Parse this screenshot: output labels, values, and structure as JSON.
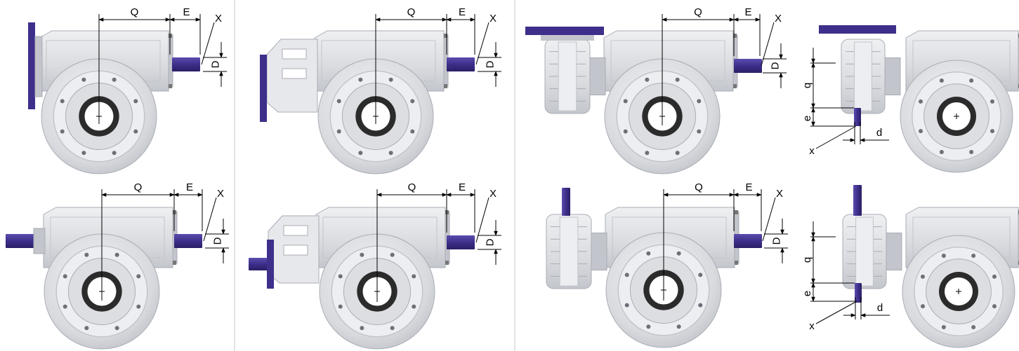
{
  "colors": {
    "housing": "#dcdee2",
    "housing_shade": "#c2c5cb",
    "housing_dark": "#a9adb5",
    "housing_light": "#eceef1",
    "shaft": "#3d2f8a",
    "ring_dark": "#2b2b2b",
    "divider": "#c8c8c8",
    "dimension_line": "#000000"
  },
  "labels": {
    "Q": "Q",
    "E": "E",
    "X": "X",
    "D": "D",
    "q": "q",
    "e": "e",
    "x": "x",
    "d": "d"
  },
  "panels": [
    {
      "id": "panel-1",
      "variant": "flange-left",
      "shaft": "right",
      "icons": [
        "motor-flange-icon",
        "gearbox-housing-icon",
        "output-shaft-icon"
      ]
    },
    {
      "id": "panel-2",
      "variant": "adapter-flange",
      "shaft": "right",
      "icons": [
        "adapter-housing-icon",
        "gearbox-housing-icon",
        "output-shaft-icon"
      ]
    },
    {
      "id": "panel-3",
      "variant": "pre-stage-flange-top",
      "shaft": "right",
      "icons": [
        "pre-stage-housing-icon",
        "gearbox-housing-icon",
        "output-shaft-icon"
      ]
    },
    {
      "id": "panel-4",
      "variant": "pre-stage-side-view-top",
      "shaft": "bottom",
      "icons": [
        "pre-stage-housing-icon",
        "gearbox-housing-icon",
        "input-shaft-icon"
      ]
    },
    {
      "id": "panel-5",
      "variant": "double-shaft",
      "shaft": "both",
      "icons": [
        "input-shaft-icon",
        "gearbox-housing-icon",
        "output-shaft-icon"
      ]
    },
    {
      "id": "panel-6",
      "variant": "adapter-shaft",
      "shaft": "both",
      "icons": [
        "adapter-housing-icon",
        "gearbox-housing-icon",
        "output-shaft-icon"
      ]
    },
    {
      "id": "panel-7",
      "variant": "pre-stage-shaft-top",
      "shaft": "right",
      "icons": [
        "pre-stage-housing-icon",
        "gearbox-housing-icon",
        "output-shaft-icon"
      ]
    },
    {
      "id": "panel-8",
      "variant": "pre-stage-side-view-shaft",
      "shaft": "bottom",
      "icons": [
        "pre-stage-housing-icon",
        "gearbox-housing-icon",
        "input-shaft-icon"
      ]
    }
  ]
}
